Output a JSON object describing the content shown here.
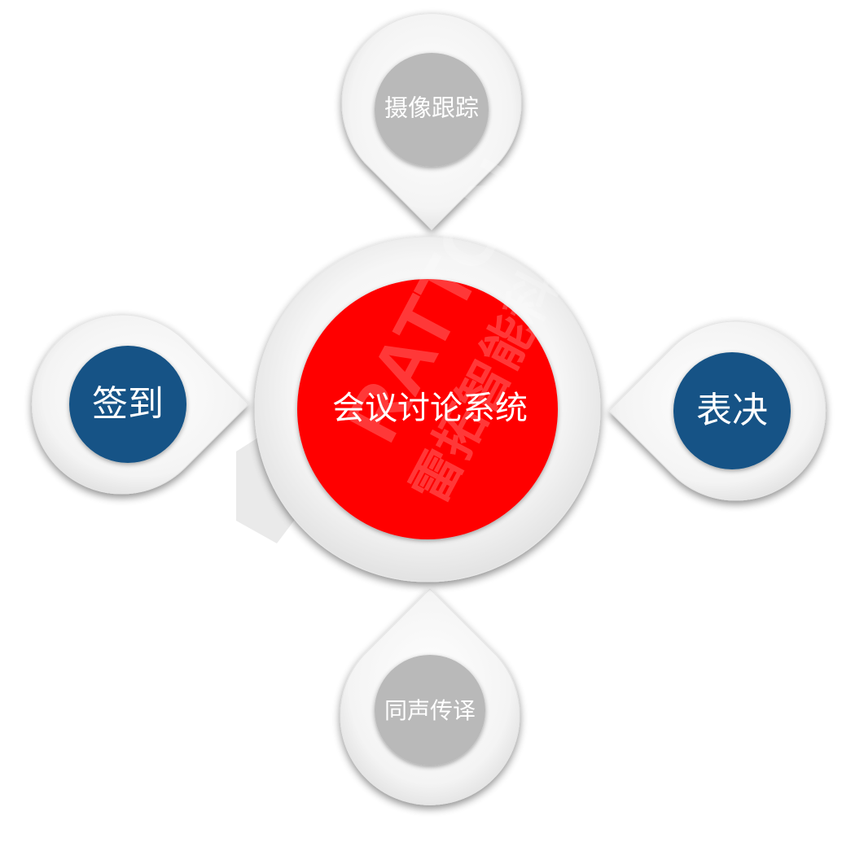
{
  "diagram": {
    "center": {
      "label": "会议讨论系统",
      "color": "#ff0000"
    },
    "nodes": {
      "top": {
        "label": "摄像跟踪",
        "color": "#b9b9b9"
      },
      "left": {
        "label": "签到",
        "color": "#135386"
      },
      "right": {
        "label": "表决",
        "color": "#135386"
      },
      "bottom": {
        "label": "同声传译",
        "color": "#b9b9b9"
      }
    },
    "watermark": {
      "text_latin": "RATTON",
      "text_cn": "雷拓智能科技",
      "color": "#d9d9d9"
    }
  }
}
